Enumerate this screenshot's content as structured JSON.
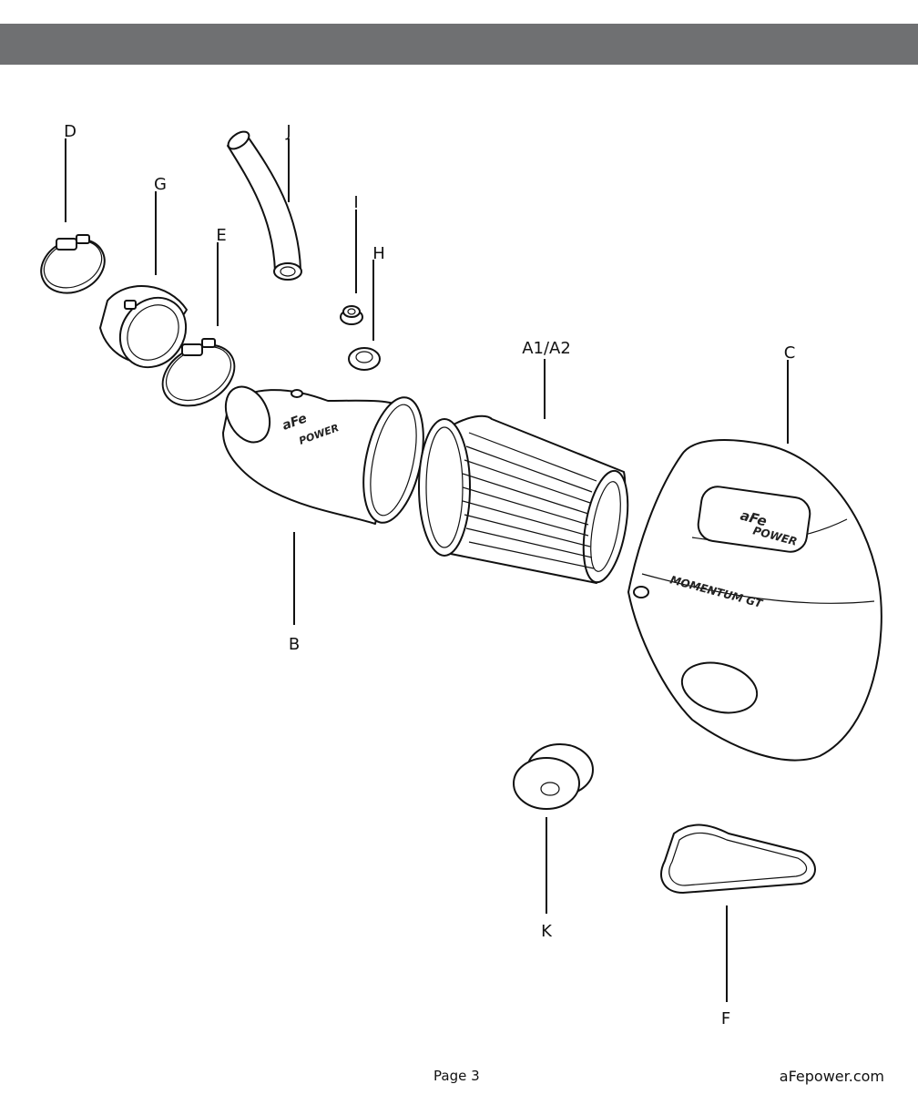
{
  "labels": {
    "A": "A1/A2",
    "B": "B",
    "C": "C",
    "D": "D",
    "E": "E",
    "F": "F",
    "G": "G",
    "H": "H",
    "I": "I",
    "J": "J",
    "K": "K"
  },
  "logos": {
    "brand_top": "aFe",
    "brand_bottom": "POWER",
    "product": "MOMENTUM GT"
  },
  "footer": {
    "page": "Page 3",
    "site": "aFepower.com"
  }
}
